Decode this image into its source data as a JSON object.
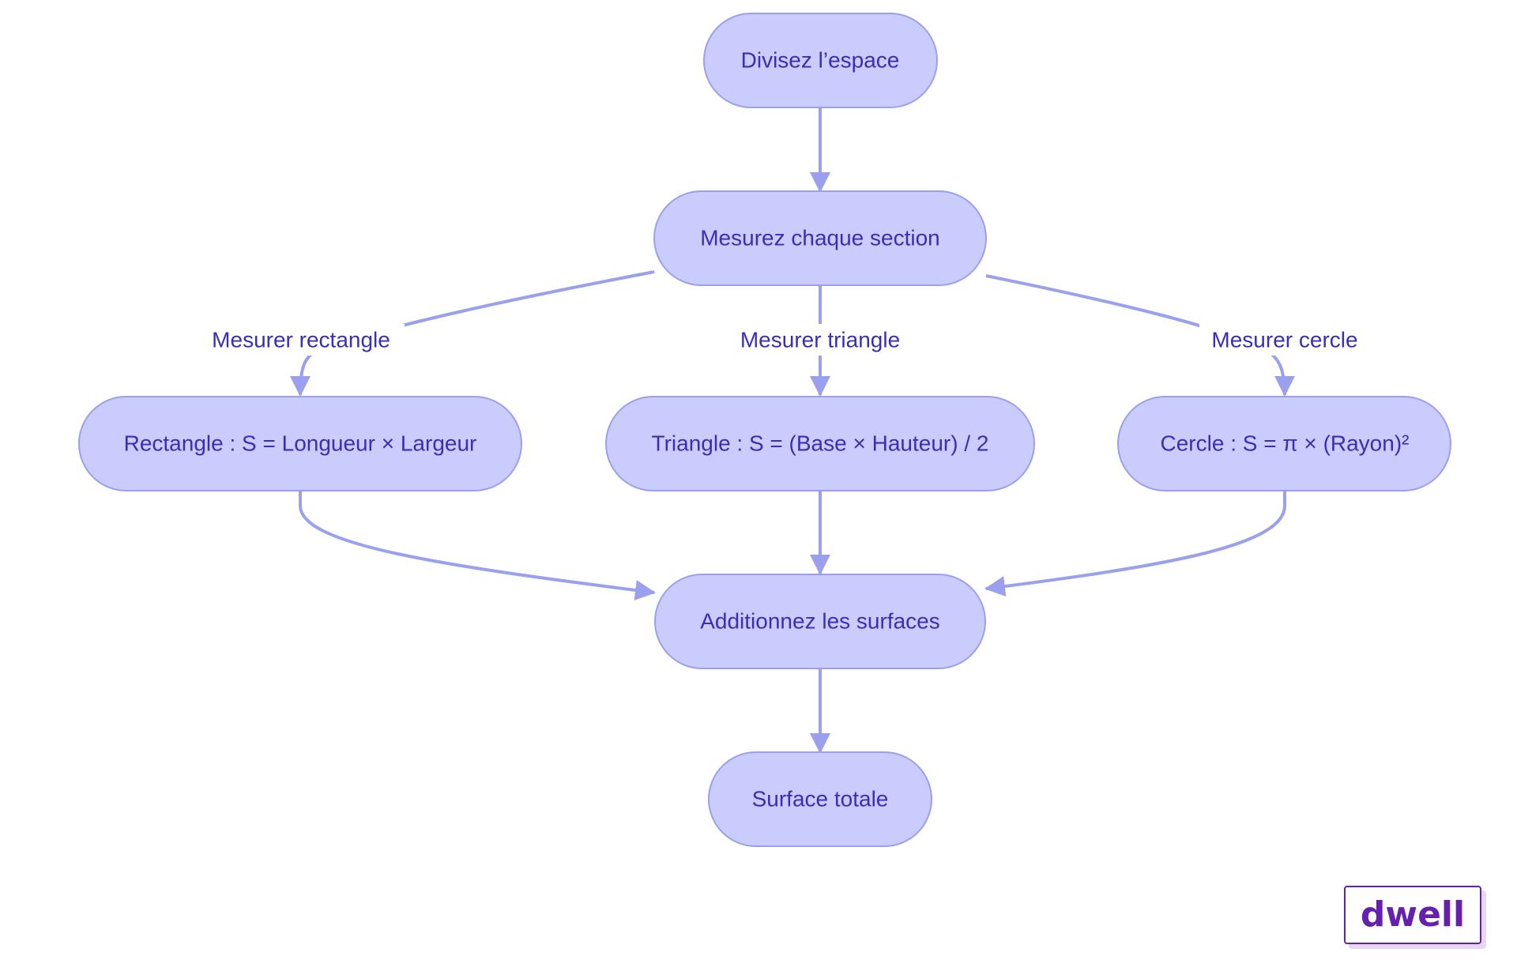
{
  "diagram": {
    "nodes": {
      "divide": "Divisez l’espace",
      "measure": "Mesurez chaque section",
      "rectangle": "Rectangle : S = Longueur × Largeur",
      "triangle": "Triangle : S = (Base × Hauteur) / 2",
      "circle": "Cercle : S = π × (Rayon)²",
      "sum": "Additionnez les surfaces",
      "total": "Surface totale"
    },
    "edge_labels": {
      "rectangle": "Mesurer rectangle",
      "triangle": "Mesurer triangle",
      "circle": "Mesurer cercle"
    }
  },
  "logo": {
    "text": "dwell"
  },
  "colors": {
    "node_fill": "#c9ccfd",
    "node_stroke": "#9ba0ee",
    "text": "#3730b3",
    "logo": "#6520b0"
  }
}
